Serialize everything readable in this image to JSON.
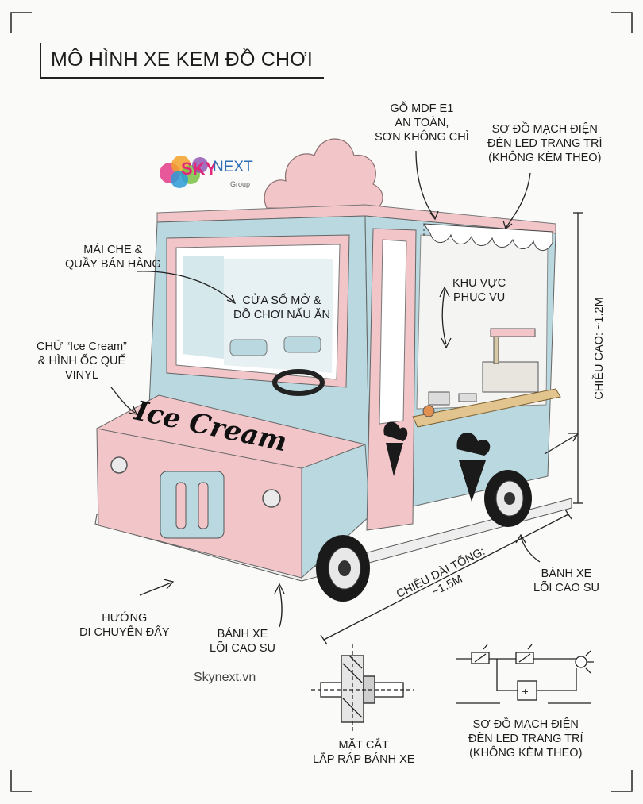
{
  "title": "MÔ HÌNH XE KEM ĐỒ CHƠI",
  "logo": {
    "brand_a": "SKY",
    "brand_b": "NEXT",
    "group": "Group"
  },
  "truck_text": "Ice Cream",
  "website": "Skynext.vn",
  "labels": {
    "wood": [
      "GỖ MDF E1",
      "AN TOÀN,",
      "SƠN KHÔNG CHÌ"
    ],
    "led_top": [
      "SƠ ĐỒ MẠCH ĐIỆN",
      "ĐÈN LED TRANG TRÍ",
      "(KHÔNG KÈM THEO)"
    ],
    "awning": [
      "MÁI CHE &",
      "QUẦY BÁN HÀNG"
    ],
    "window": [
      "CỬA SỔ MỞ &",
      "ĐỒ CHƠI NẤU ĂN"
    ],
    "serving": [
      "KHU VỰC",
      "PHỤC VỤ"
    ],
    "vinyl": [
      "CHỮ “Ice Cream”",
      "& HÌNH ỐC QUẾ",
      "VINYL"
    ],
    "height": "CHIỀU CAO: ~1.2M",
    "length": [
      "CHIỀU DÀI TỔNG:",
      "~1.5M"
    ],
    "wheel_right": [
      "BÁNH XE",
      "LÕI CAO SU"
    ],
    "wheel_left": [
      "BÁNH XE",
      "LÕI CAO SU"
    ],
    "direction": [
      "HƯỚNG",
      "DI CHUYỂN ĐẨY"
    ],
    "section": [
      "MẶT CẮT",
      "LẮP RÁP BÁNH XE"
    ],
    "led_bottom": [
      "SƠ ĐỒ MẠCH ĐIỆN",
      "ĐÈN LED TRANG TRÍ",
      "(KHÔNG KÈM THEO)"
    ]
  },
  "colors": {
    "blue": "#b9d8df",
    "pink": "#f2c6c9",
    "wood": "#e2c48e",
    "ink": "#1c1c1c"
  }
}
